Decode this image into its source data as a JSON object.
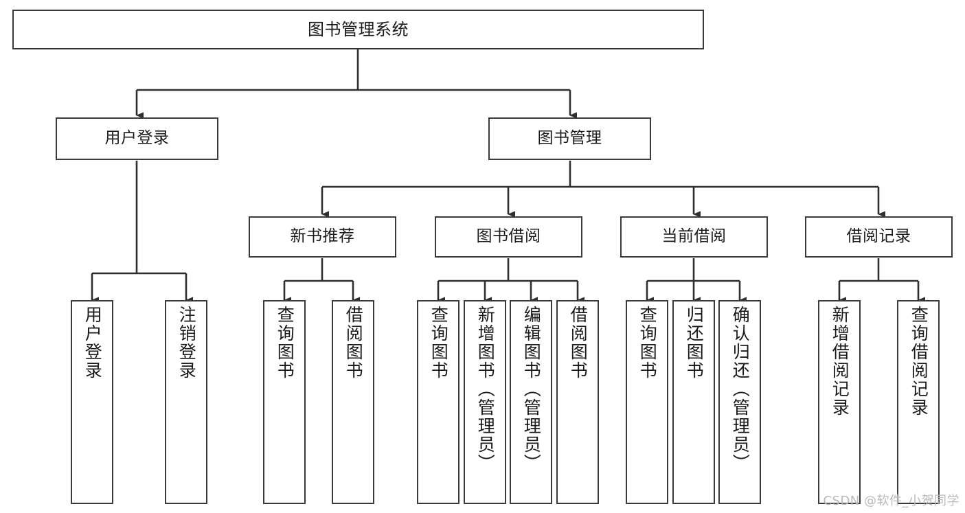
{
  "diagram": {
    "title": "图书管理系统",
    "watermark": "CSDN @软件_小贺同学",
    "type": "tree",
    "root": {
      "id": "root",
      "label": "图书管理系统",
      "orientation": "horizontal"
    },
    "level1": [
      {
        "id": "user-login",
        "label": "用户登录",
        "orientation": "horizontal"
      },
      {
        "id": "book-manage",
        "label": "图书管理",
        "orientation": "horizontal"
      }
    ],
    "level2": [
      {
        "id": "new-book-rec",
        "label": "新书推荐",
        "parent": "book-manage",
        "orientation": "horizontal"
      },
      {
        "id": "book-borrow",
        "label": "图书借阅",
        "parent": "book-manage",
        "orientation": "horizontal"
      },
      {
        "id": "current-borrow",
        "label": "当前借阅",
        "parent": "book-manage",
        "orientation": "horizontal"
      },
      {
        "id": "borrow-record",
        "label": "借阅记录",
        "parent": "book-manage",
        "orientation": "horizontal"
      }
    ],
    "leaves": [
      {
        "id": "leaf-user-login",
        "label": "用户登录",
        "parent": "user-login",
        "orientation": "vertical"
      },
      {
        "id": "leaf-logout",
        "label": "注销登录",
        "parent": "user-login",
        "orientation": "vertical"
      },
      {
        "id": "leaf-query-book-1",
        "label": "查询图书",
        "parent": "new-book-rec",
        "orientation": "vertical"
      },
      {
        "id": "leaf-borrow-book-1",
        "label": "借阅图书",
        "parent": "new-book-rec",
        "orientation": "vertical"
      },
      {
        "id": "leaf-query-book-2",
        "label": "查询图书",
        "parent": "book-borrow",
        "orientation": "vertical"
      },
      {
        "id": "leaf-add-book",
        "label": "新增图书（管理员）",
        "parent": "book-borrow",
        "orientation": "vertical"
      },
      {
        "id": "leaf-edit-book",
        "label": "编辑图书（管理员）",
        "parent": "book-borrow",
        "orientation": "vertical"
      },
      {
        "id": "leaf-borrow-book-2",
        "label": "借阅图书",
        "parent": "book-borrow",
        "orientation": "vertical"
      },
      {
        "id": "leaf-query-book-3",
        "label": "查询图书",
        "parent": "current-borrow",
        "orientation": "vertical"
      },
      {
        "id": "leaf-return-book",
        "label": "归还图书",
        "parent": "current-borrow",
        "orientation": "vertical"
      },
      {
        "id": "leaf-confirm-return",
        "label": "确认归还（管理员）",
        "parent": "current-borrow",
        "orientation": "vertical"
      },
      {
        "id": "leaf-add-record",
        "label": "新增借阅记录",
        "parent": "borrow-record",
        "orientation": "vertical"
      },
      {
        "id": "leaf-query-record",
        "label": "查询借阅记录",
        "parent": "borrow-record",
        "orientation": "vertical"
      }
    ],
    "colors": {
      "box_stroke": "#3a3a3a",
      "box_fill": "#ffffff",
      "line": "#2f2f2f",
      "text": "#1a1a1a",
      "watermark": "#b9b9b9"
    }
  }
}
